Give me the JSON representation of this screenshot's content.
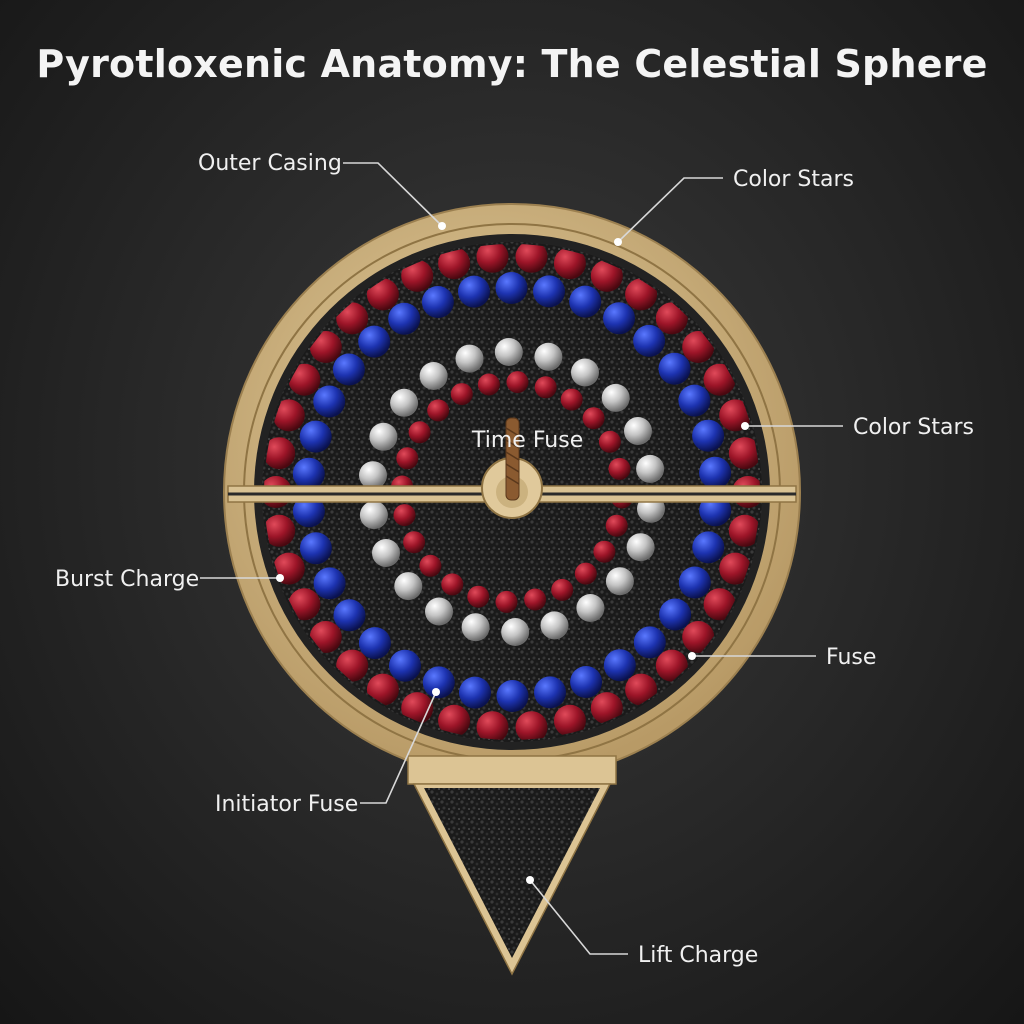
{
  "title": "Pyrotloxenic Anatomy: The Celestial Sphere",
  "labels": {
    "outer_casing": "Outer Casing",
    "color_stars_top": "Color Stars",
    "color_stars_right": "Color Stars",
    "time_fuse": "Time Fuse",
    "burst_charge": "Burst Charge",
    "fuse": "Fuse",
    "initiator_fuse": "Initiator Fuse",
    "lift_charge": "Lift Charge"
  },
  "colors": {
    "background": "#2a2a2a",
    "casing": "#d2b98a",
    "red_star": "#a0182c",
    "blue_star": "#1e36b0",
    "silver_star": "#c8c8c8",
    "powder": "#1b1b1b"
  }
}
